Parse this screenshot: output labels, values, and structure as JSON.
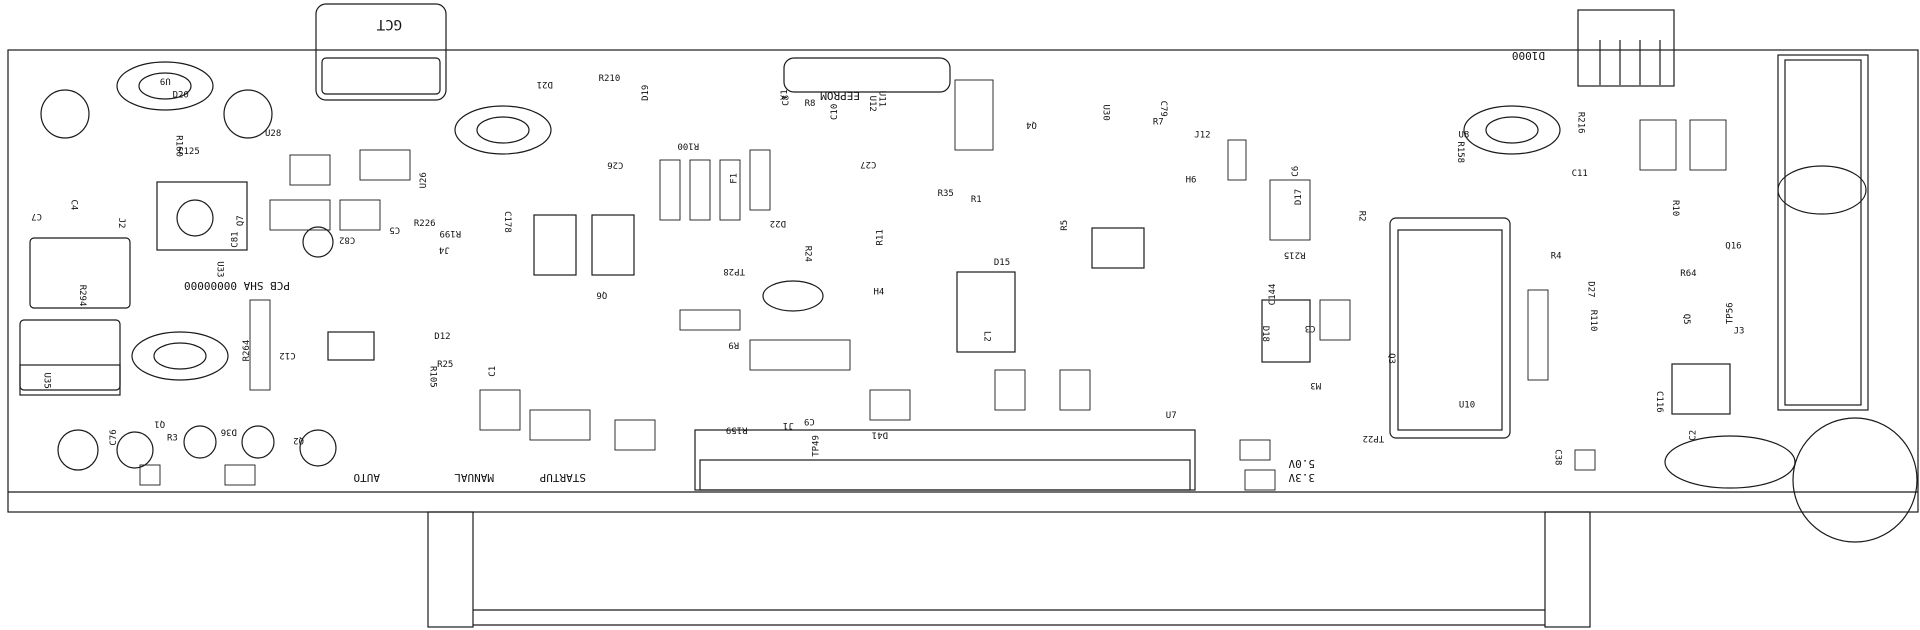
{
  "board": {
    "connector_brand": "GCT",
    "eeprom_label": "EEPROM",
    "pcb_rev": "PCB SHA 00000000",
    "mode_labels": [
      "AUTO",
      "MANUAL",
      "STARTUP"
    ],
    "voltage_labels": [
      "3.3V",
      "5.0V"
    ],
    "board_name": "D1000"
  },
  "refdes": [
    "H4",
    "J4",
    "Q1",
    "F1",
    "C79",
    "D12",
    "D15",
    "C76",
    "C81",
    "C82",
    "H6",
    "Q16",
    "R1",
    "R2",
    "R3",
    "R4",
    "R5",
    "R7",
    "R8",
    "R9",
    "R10",
    "R11",
    "R24",
    "R25",
    "C1",
    "C2",
    "C3",
    "C4",
    "C5",
    "C6",
    "C7",
    "C8",
    "C9",
    "C10",
    "C11",
    "C12",
    "U7",
    "U8",
    "U9",
    "U10",
    "U11",
    "U12",
    "U26",
    "U28",
    "U30",
    "U33",
    "U35",
    "D17",
    "D18",
    "D19",
    "D20",
    "D21",
    "D22",
    "D27",
    "D36",
    "D41",
    "TP49",
    "TP28",
    "TP22",
    "TP56",
    "Y1",
    "L2",
    "M3",
    "J1",
    "J2",
    "J3",
    "J12",
    "R35",
    "R64",
    "R100",
    "R105",
    "R110",
    "R158",
    "R159",
    "R160",
    "R199",
    "R210",
    "R215",
    "R216",
    "R226",
    "R264",
    "R294",
    "C26",
    "C27",
    "C38",
    "C116",
    "C125",
    "C144",
    "C178",
    "Q2",
    "Q3",
    "Q4",
    "Q5",
    "Q6",
    "Q7"
  ]
}
